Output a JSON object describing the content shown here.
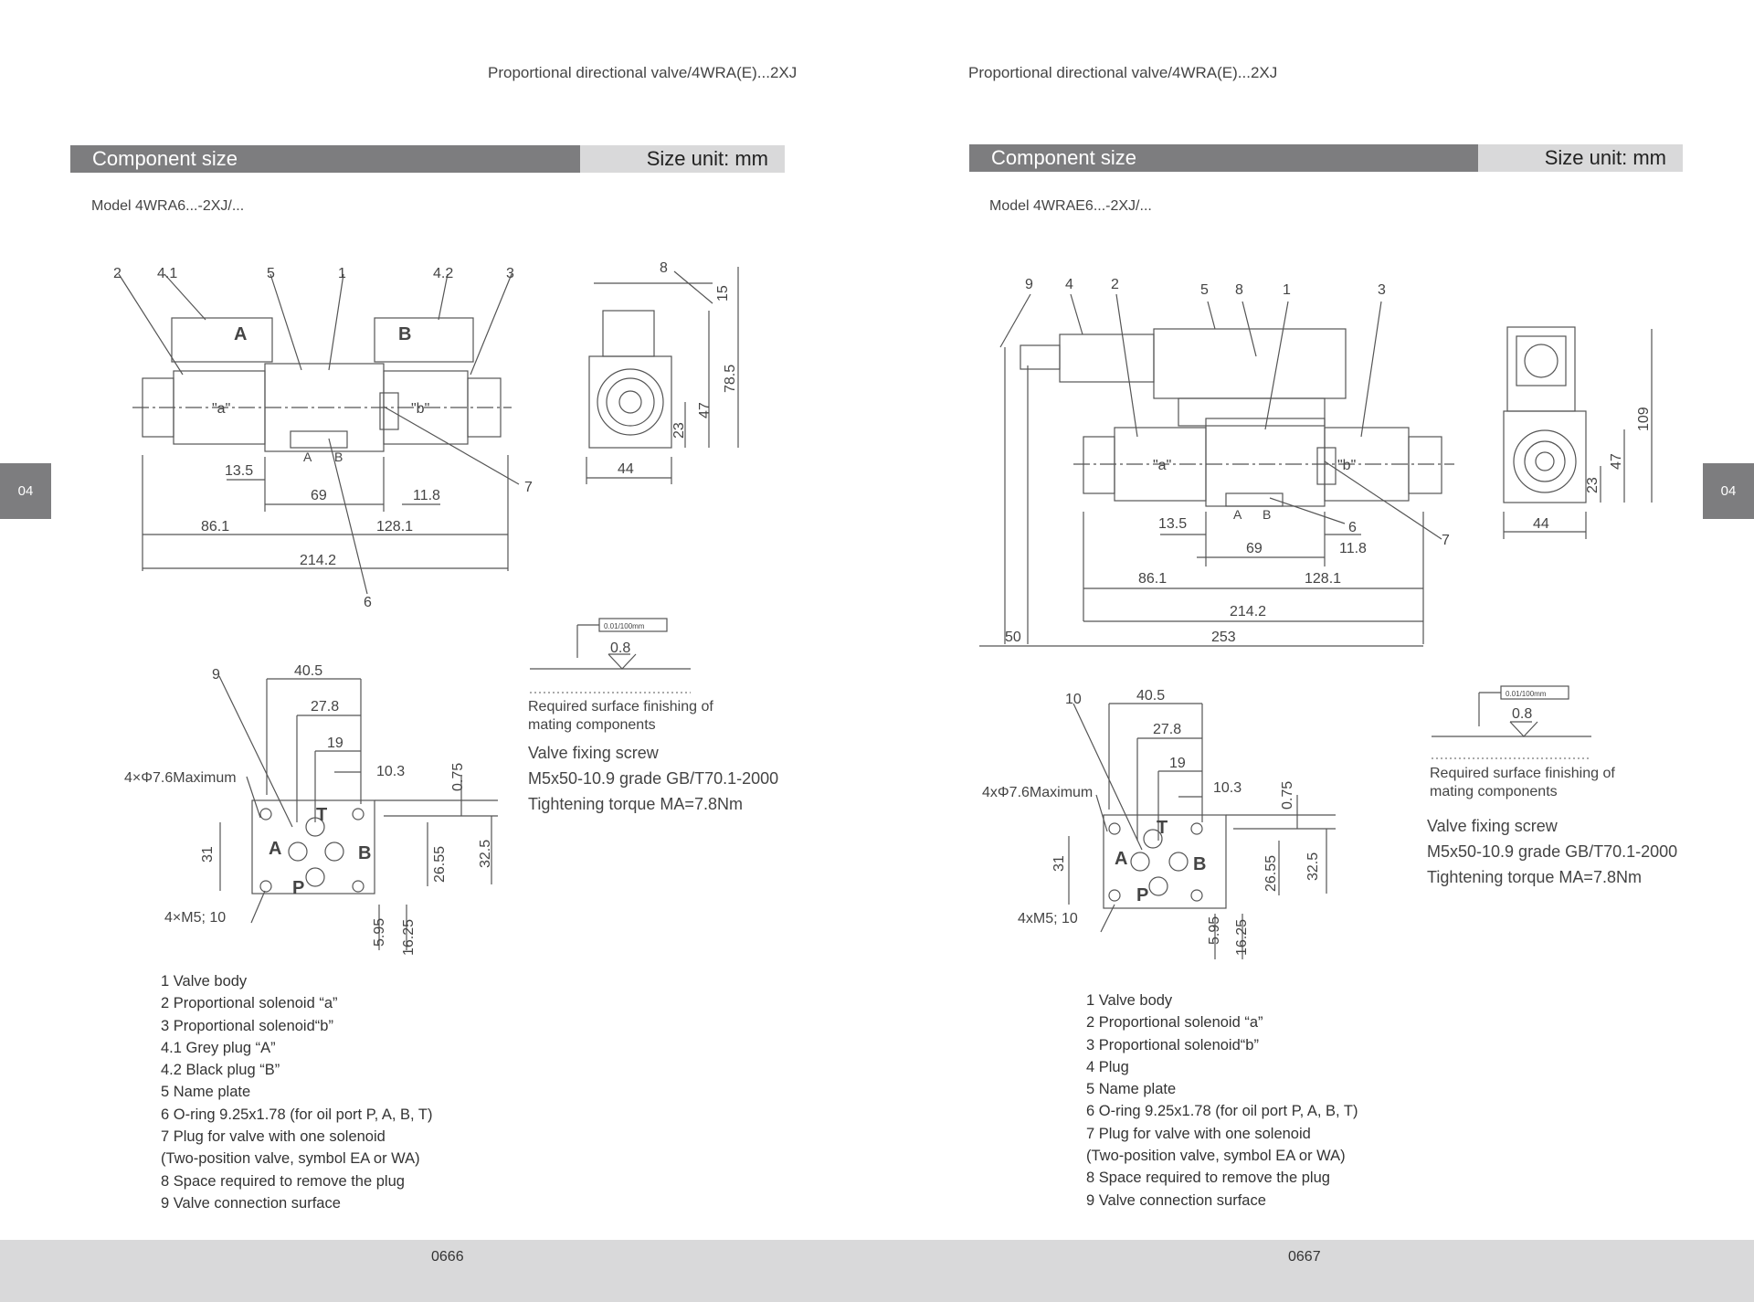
{
  "left_page": {
    "running_header": "Proportional directional valve/4WRA(E)...2XJ",
    "section_title": "Component size",
    "size_unit": "Size unit: mm",
    "model": "Model 4WRA6...-2XJ/...",
    "side_tab": "04",
    "page_number": "0666",
    "surface_note": "Required surface finishing of mating components",
    "screw_title": "Valve fixing screw",
    "screw_spec": "M5x50-10.9 grade GB/T70.1-2000",
    "torque": "Tightening torque MA=7.8Nm",
    "legend": [
      "1 Valve body",
      "2 Proportional solenoid “a”",
      "3 Proportional solenoid“b”",
      "4.1 Grey plug “A”",
      "4.2 Black plug “B”",
      "5 Name plate",
      "6 O-ring 9.25x1.78 (for oil port P, A, B, T)",
      "7 Plug for valve with one solenoid",
      "(Two-position valve, symbol EA or WA)",
      "8 Space required to remove the plug",
      "9 Valve connection surface"
    ],
    "dims_front": [
      "13.5",
      "69",
      "11.8",
      "86.1",
      "128.1",
      "214.2"
    ],
    "dims_side": [
      "15",
      "78.5",
      "47",
      "23",
      "44"
    ],
    "dims_face": [
      "40.5",
      "27.8",
      "19",
      "10.3",
      "0.75",
      "31",
      "26.55",
      "32.5",
      "5.95",
      "16.25"
    ],
    "face_labels": [
      "4×Φ7.6Maximum",
      "4×M5; 10"
    ],
    "callouts": [
      "2",
      "4.1",
      "5",
      "1",
      "4.2",
      "3",
      "8",
      "7",
      "6",
      "9"
    ],
    "tolerance": "0.01/100mm",
    "roughness": "0.8"
  },
  "right_page": {
    "running_header": "Proportional directional valve/4WRA(E)...2XJ",
    "section_title": "Component size",
    "size_unit": "Size unit: mm",
    "model": "Model 4WRAE6...-2XJ/...",
    "side_tab": "04",
    "page_number": "0667",
    "surface_note": "Required surface finishing of mating components",
    "screw_title": "Valve fixing screw",
    "screw_spec": "M5x50-10.9 grade GB/T70.1-2000",
    "torque": "Tightening torque MA=7.8Nm",
    "legend": [
      "1 Valve body",
      "2 Proportional solenoid “a”",
      "3 Proportional solenoid“b”",
      "4 Plug",
      "5 Name plate",
      "6 O-ring 9.25x1.78 (for oil port P, A, B, T)",
      "7 Plug for valve with one solenoid",
      "(Two-position valve, symbol EA or WA)",
      "8 Space required to remove the plug",
      "9 Valve connection surface"
    ],
    "dims_front": [
      "13.5",
      "69",
      "11.8",
      "86.1",
      "128.1",
      "214.2",
      "50",
      "253"
    ],
    "dims_side": [
      "109",
      "47",
      "23",
      "44"
    ],
    "dims_face": [
      "40.5",
      "27.8",
      "19",
      "10.3",
      "0.75",
      "31",
      "26.55",
      "32.5",
      "5.95",
      "16.25"
    ],
    "face_labels": [
      "4xΦ7.6Maximum",
      "4xM5; 10"
    ],
    "callouts": [
      "9",
      "4",
      "2",
      "5",
      "8",
      "1",
      "3",
      "6",
      "7",
      "10"
    ],
    "tolerance": "0.01/100mm",
    "roughness": "0.8"
  },
  "ports": [
    "A",
    "B",
    "P",
    "T"
  ],
  "solenoid_marks": [
    "\"a\"",
    "\"b\""
  ]
}
